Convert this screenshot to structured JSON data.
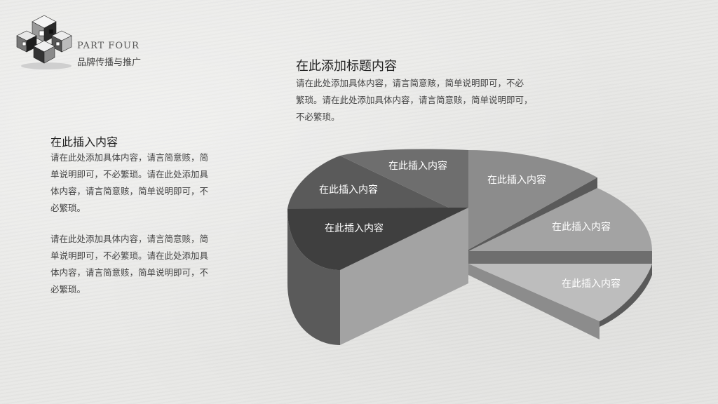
{
  "header": {
    "part": "PART FOUR",
    "subtitle": "品牌传播与推广"
  },
  "section": {
    "title": "在此添加标题内容",
    "body_lines": [
      "请在此处添加具体内容，请言简意赅，简单说明即可，不必",
      "繁琐。请在此处添加具体内容，请言简意赅，简单说明即可，",
      "不必繁琐。"
    ]
  },
  "left": {
    "title": "在此插入内容",
    "para1_lines": [
      "请在此处添加具体内容，请言简意赅，简",
      "单说明即可，不必繁琐。请在此处添加具",
      "体内容，请言简意赅，简单说明即可，不",
      "必繁琐。"
    ],
    "para2_lines": [
      "请在此处添加具体内容，请言简意赅，简",
      "单说明即可，不必繁琐。请在此处添加具",
      "体内容，请言简意赅，简单说明即可，不",
      "必繁琐。"
    ]
  },
  "pie": {
    "labels": [
      "在此插入内容",
      "在此插入内容",
      "在此插入内容",
      "在此插入内容",
      "在此插入内容",
      "在此插入内容"
    ],
    "colors": {
      "dark": "#3f3f3f",
      "mid_dark": "#5a5a5a",
      "mid": "#6e6e6e",
      "mid_light": "#8c8c8c",
      "light": "#a3a3a3",
      "lighter": "#bdbdbd"
    }
  }
}
